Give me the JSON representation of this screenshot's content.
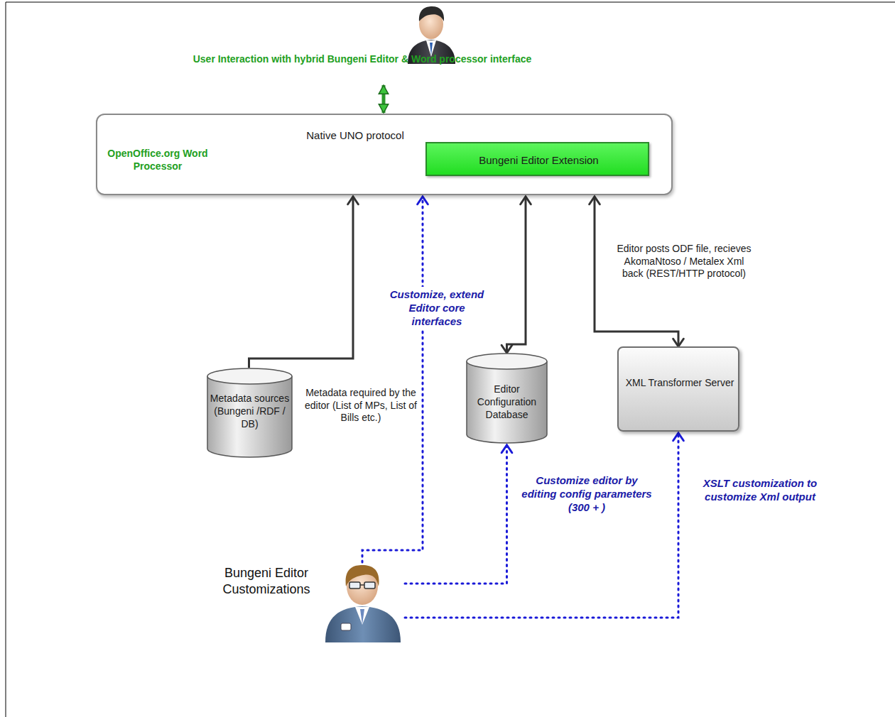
{
  "diagram": {
    "nodes": [
      {
        "text": [
          "User Interaction with hybrid Bungeni Editor & Word processor interface"
        ]
      },
      {
        "text": [
          "OpenOffice.org Word Processor"
        ]
      },
      {
        "text": [
          "Bungeni Editor Extension"
        ],
        "in": 1
      },
      {
        "text": [
          "Metadata sources (Bungeni /RDF / DB)"
        ]
      },
      {
        "text": [
          "Editor Configuration Database"
        ]
      },
      {
        "text": [
          "XML Transformer Server"
        ]
      },
      {
        "text": [
          "Bungeni Editor Customizations"
        ]
      }
    ],
    "edges": [
      {
        "from": 0,
        "to": 1,
        "arrow": "both"
      },
      {
        "from": 1,
        "to": 2,
        "label": "Native UNO protocol",
        "arrow": "both"
      },
      {
        "from": 3,
        "to": 1,
        "label": "Metadata required by the editor (List of MPs, List of Bills etc.)",
        "arrow": "to"
      },
      {
        "from": 4,
        "to": 1,
        "arrow": "both"
      },
      {
        "from": 5,
        "to": 1,
        "label": "Editor posts ODF file, recieves AkomaNtoso / Metalex Xml back (REST/HTTP protocol)",
        "arrow": "both"
      },
      {
        "from": 6,
        "to": 1,
        "label": "Customize, extend Editor core interfaces",
        "arrow": "to"
      },
      {
        "from": 6,
        "to": 4,
        "label": "Customize editor by editing config parameters (300 + )",
        "arrow": "to"
      },
      {
        "from": 6,
        "to": 5,
        "label": "XSLT customization to customize Xml output",
        "arrow": "to"
      }
    ]
  }
}
